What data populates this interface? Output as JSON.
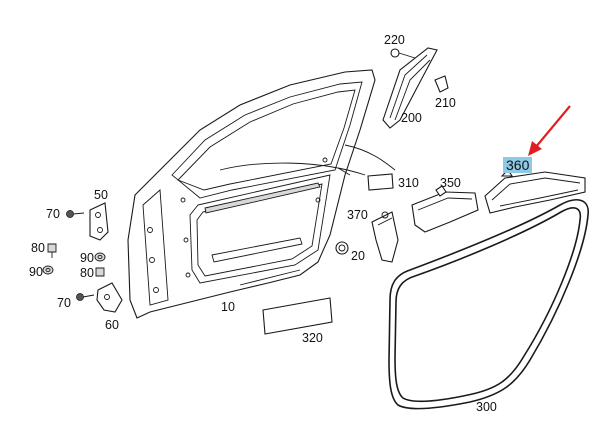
{
  "diagram": {
    "labels": {
      "p10": "10",
      "p20": "20",
      "p50": "50",
      "p60": "60",
      "p70a": "70",
      "p70b": "70",
      "p80a": "80",
      "p80b": "80",
      "p90a": "90",
      "p90b": "90",
      "p200": "200",
      "p210": "210",
      "p220": "220",
      "p300": "300",
      "p310": "310",
      "p320": "320",
      "p350": "350",
      "p360": "360",
      "p370": "370"
    },
    "highlight_color": "#8ecae6",
    "arrow_color": "#e02020"
  }
}
